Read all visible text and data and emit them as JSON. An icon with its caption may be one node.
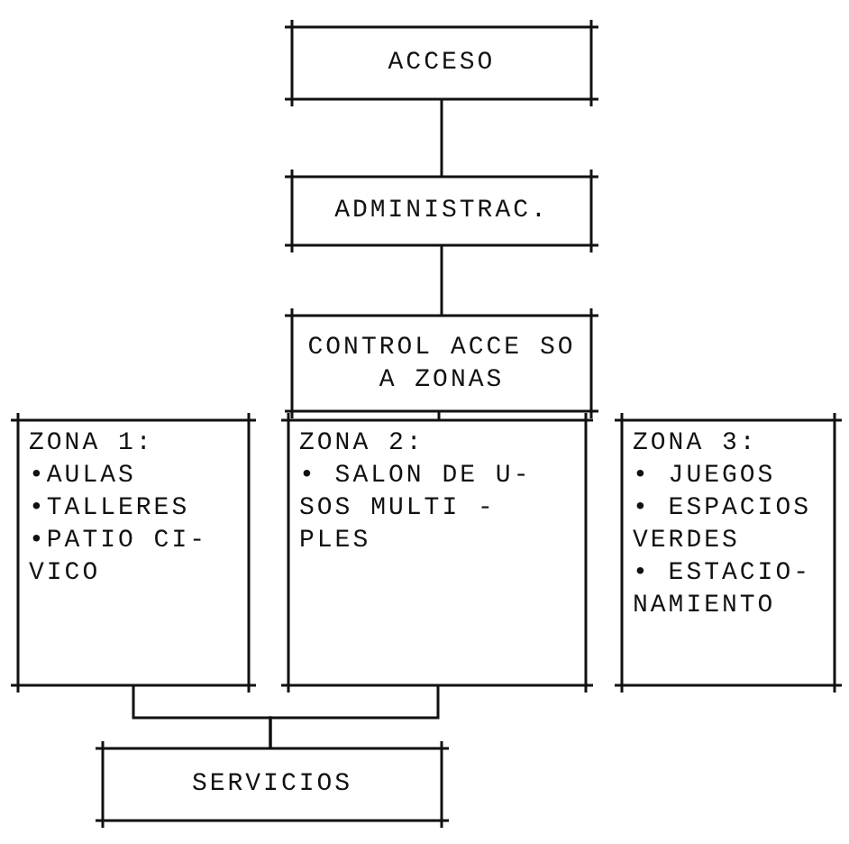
{
  "diagram": {
    "nodes": [
      {
        "text": [
          "ACCESO"
        ]
      },
      {
        "text": [
          "ADMINISTRAC."
        ]
      },
      {
        "text": [
          "CONTROL ACCE SO A ZONAS"
        ]
      },
      {
        "text": [
          "ZONA 1:",
          "•AULAS",
          "•TALLERES",
          "•PATIO CI- VICO"
        ]
      },
      {
        "text": [
          "ZONA 2:",
          "• SALON DE U- SOS MULTI - PLES"
        ]
      },
      {
        "text": [
          "ZONA 3:",
          "• JUEGOS",
          "• ESPACIOS VERDES",
          "• ESTACIO- NAMIENTO"
        ]
      },
      {
        "text": [
          "SERVICIOS"
        ]
      }
    ],
    "edges": [
      {
        "from": 0,
        "to": 1,
        "arrow": "none"
      },
      {
        "from": 1,
        "to": 2,
        "arrow": "none"
      },
      {
        "from": 2,
        "to": 4,
        "arrow": "none"
      },
      {
        "from": 3,
        "to": 6,
        "arrow": "none"
      },
      {
        "from": 4,
        "to": 6,
        "arrow": "none"
      }
    ]
  }
}
